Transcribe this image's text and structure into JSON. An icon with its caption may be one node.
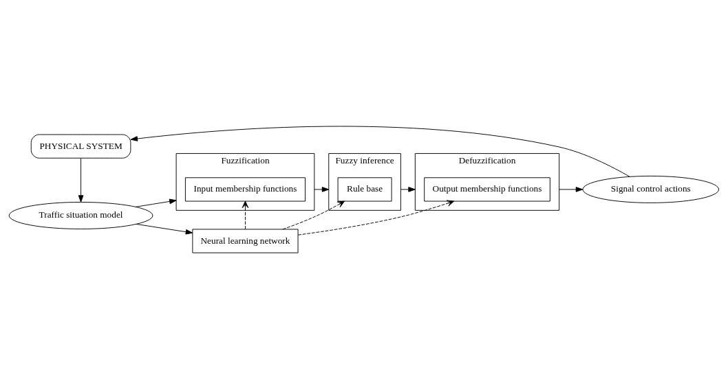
{
  "diagram": {
    "nodes": [
      {
        "text": [
          "Fuzzification"
        ]
      },
      {
        "text": [
          "Input membership functions"
        ],
        "in": 0
      },
      {
        "text": [
          "Fuzzy inference"
        ]
      },
      {
        "text": [
          "Rule base"
        ],
        "in": 2
      },
      {
        "text": [
          "Defuzzification"
        ]
      },
      {
        "text": [
          "Output membership functions"
        ],
        "in": 4
      },
      {
        "text": [
          "Neural learning network"
        ]
      },
      {
        "text": [
          "Traffic situation model"
        ]
      },
      {
        "text": [
          "PHYSICAL SYSTEM"
        ]
      },
      {
        "text": [
          "Signal control actions"
        ]
      }
    ],
    "edges": [
      {
        "from": 7,
        "to": 0,
        "arrow": "to"
      },
      {
        "from": 7,
        "to": 6,
        "arrow": "to"
      },
      {
        "from": 0,
        "to": 2,
        "arrow": "to"
      },
      {
        "from": 2,
        "to": 4,
        "arrow": "to"
      },
      {
        "from": 4,
        "to": 9,
        "arrow": "to"
      },
      {
        "from": 9,
        "to": 8,
        "arrow": "to"
      },
      {
        "from": 8,
        "to": 7,
        "arrow": "to"
      },
      {
        "from": 6,
        "to": 1,
        "arrow": "to",
        "style": "dashed"
      },
      {
        "from": 6,
        "to": 3,
        "arrow": "to",
        "style": "dashed"
      },
      {
        "from": 6,
        "to": 5,
        "arrow": "to",
        "style": "dashed"
      }
    ]
  }
}
